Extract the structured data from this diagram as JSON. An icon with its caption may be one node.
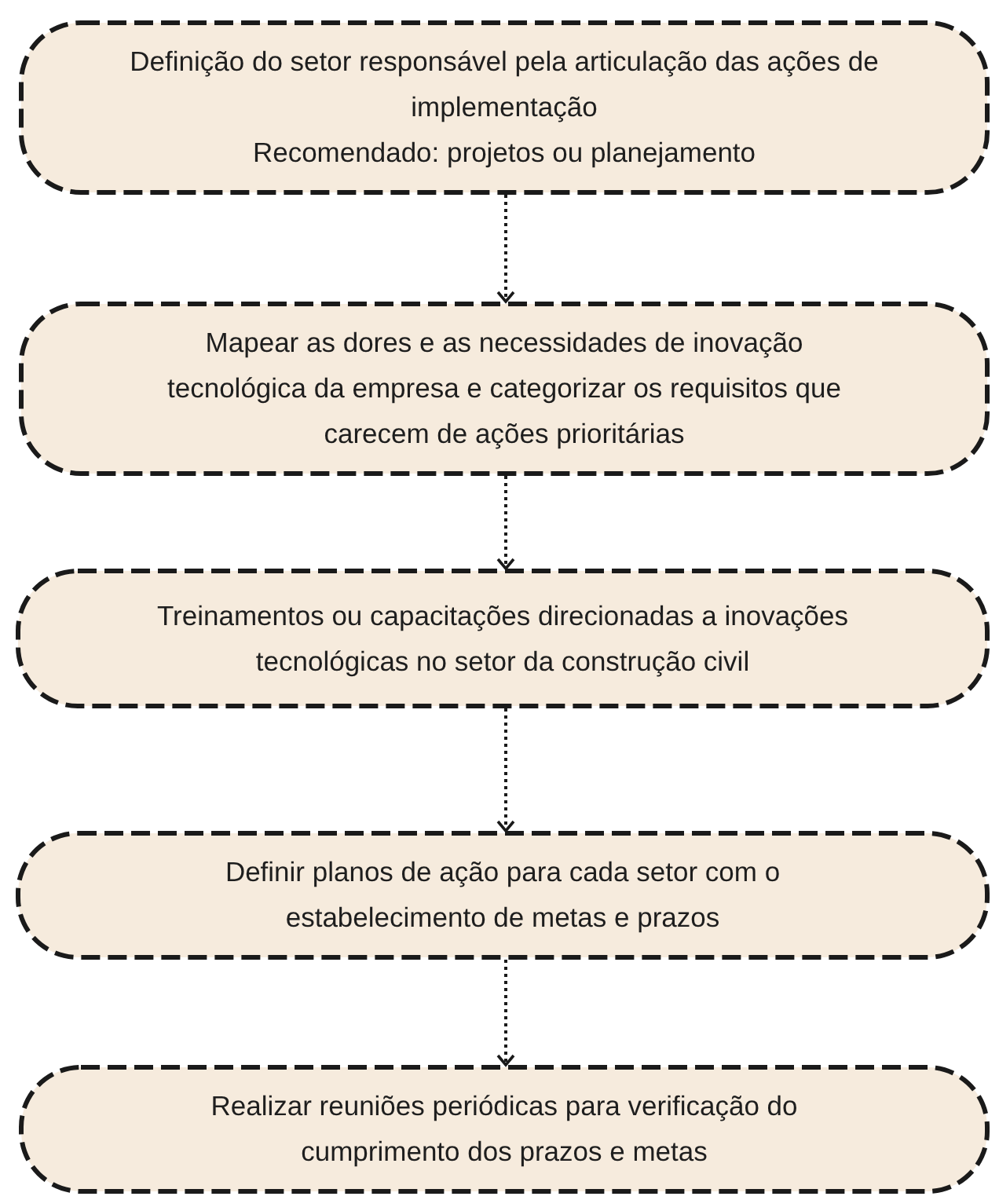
{
  "diagram": {
    "nodes": [
      {
        "text": [
          "Definição do setor responsável pela articulação das ações de implementação",
          "Recomendado: projetos ou planejamento"
        ]
      },
      {
        "text": [
          "Mapear as dores e as necessidades de inovação tecnológica da empresa e categorizar os requisitos que carecem de ações prioritárias"
        ]
      },
      {
        "text": [
          "Treinamentos ou capacitações direcionadas a inovações tecnológicas no setor da construção civil"
        ]
      },
      {
        "text": [
          "Definir planos de ação para cada setor com o estabelecimento de metas e prazos"
        ]
      },
      {
        "text": [
          "Realizar reuniões periódicas para verificação do cumprimento dos prazos e metas"
        ]
      }
    ],
    "edges": [
      {
        "from": 0,
        "to": 1,
        "arrow": "to",
        "style": "dashed"
      },
      {
        "from": 1,
        "to": 2,
        "arrow": "to",
        "style": "dashed"
      },
      {
        "from": 2,
        "to": 3,
        "arrow": "to",
        "style": "dashed"
      },
      {
        "from": 3,
        "to": 4,
        "arrow": "to",
        "style": "dashed"
      }
    ]
  }
}
